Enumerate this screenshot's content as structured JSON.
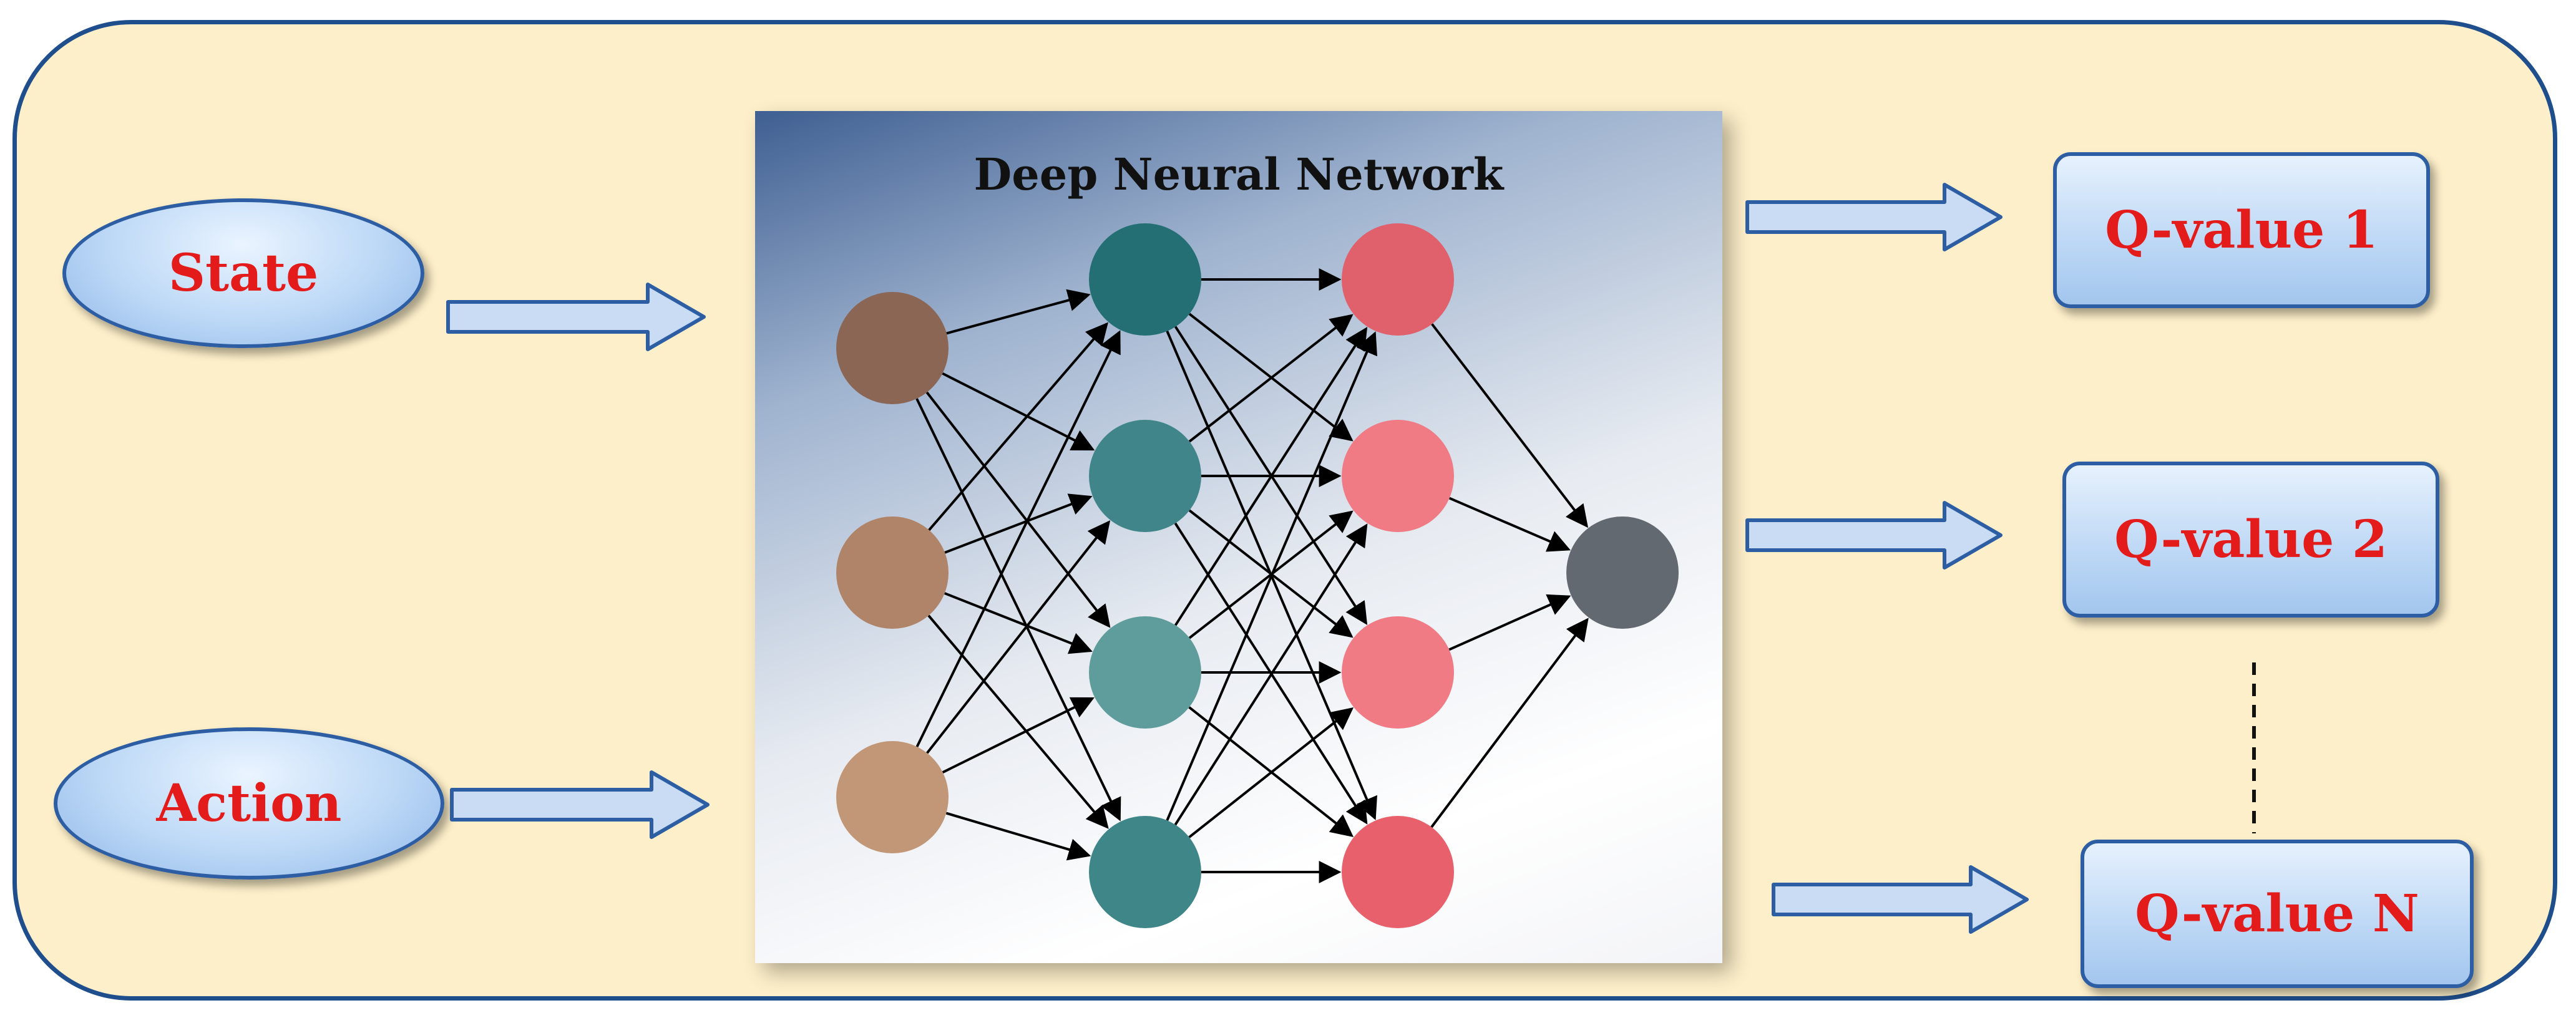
{
  "inputs": {
    "state_label": "State",
    "action_label": "Action"
  },
  "network": {
    "title": "Deep Neural Network",
    "layers": [
      3,
      4,
      4,
      1
    ],
    "layer_colors": [
      [
        "#8b6655",
        "#b08468",
        "#c19778"
      ],
      [
        "#236f74",
        "#3f858a",
        "#5f9c9c",
        "#3f8688"
      ],
      [
        "#e0606c",
        "#f07b84",
        "#f07b84",
        "#e8606c"
      ],
      [
        "#636970"
      ]
    ]
  },
  "outputs": {
    "q1_label": "Q-value 1",
    "q2_label": "Q-value 2",
    "qn_label": "Q-value N"
  },
  "colors": {
    "frame_border": "#1f4e8c",
    "frame_fill": "#fdefc9",
    "label_text": "#e41b1b",
    "arrow_fill": "#c9dcf3",
    "arrow_stroke": "#2d5ea3"
  }
}
